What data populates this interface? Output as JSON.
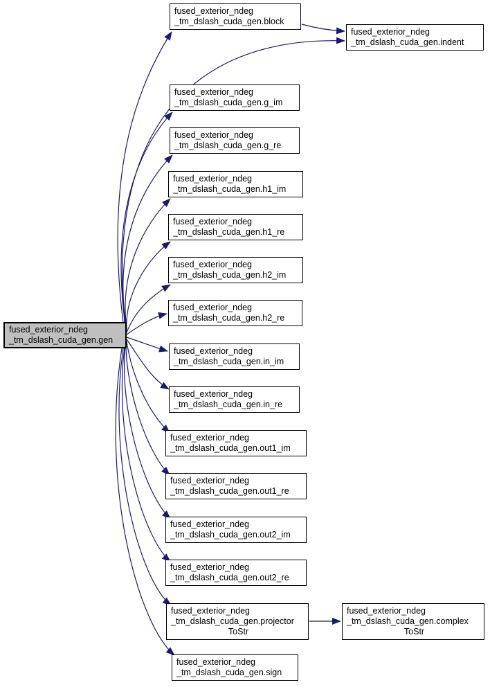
{
  "diagram": {
    "type": "call-graph",
    "colors": {
      "edge": "#191970",
      "root_fill": "#bfbfbf",
      "node_fill": "#ffffff",
      "border": "#000000",
      "background": "#ffffff"
    },
    "nodes": [
      {
        "id": "gen",
        "line1": "fused_exterior_ndeg",
        "line2": "_tm_dslash_cuda_gen.gen",
        "role": "root"
      },
      {
        "id": "block",
        "line1": "fused_exterior_ndeg",
        "line2": "_tm_dslash_cuda_gen.block"
      },
      {
        "id": "indent",
        "line1": "fused_exterior_ndeg",
        "line2": "_tm_dslash_cuda_gen.indent"
      },
      {
        "id": "g_im",
        "line1": "fused_exterior_ndeg",
        "line2": "_tm_dslash_cuda_gen.g_im"
      },
      {
        "id": "g_re",
        "line1": "fused_exterior_ndeg",
        "line2": "_tm_dslash_cuda_gen.g_re"
      },
      {
        "id": "h1_im",
        "line1": "fused_exterior_ndeg",
        "line2": "_tm_dslash_cuda_gen.h1_im"
      },
      {
        "id": "h1_re",
        "line1": "fused_exterior_ndeg",
        "line2": "_tm_dslash_cuda_gen.h1_re"
      },
      {
        "id": "h2_im",
        "line1": "fused_exterior_ndeg",
        "line2": "_tm_dslash_cuda_gen.h2_im"
      },
      {
        "id": "h2_re",
        "line1": "fused_exterior_ndeg",
        "line2": "_tm_dslash_cuda_gen.h2_re"
      },
      {
        "id": "in_im",
        "line1": "fused_exterior_ndeg",
        "line2": "_tm_dslash_cuda_gen.in_im"
      },
      {
        "id": "in_re",
        "line1": "fused_exterior_ndeg",
        "line2": "_tm_dslash_cuda_gen.in_re"
      },
      {
        "id": "out1_im",
        "line1": "fused_exterior_ndeg",
        "line2": "_tm_dslash_cuda_gen.out1_im"
      },
      {
        "id": "out1_re",
        "line1": "fused_exterior_ndeg",
        "line2": "_tm_dslash_cuda_gen.out1_re"
      },
      {
        "id": "out2_im",
        "line1": "fused_exterior_ndeg",
        "line2": "_tm_dslash_cuda_gen.out2_im"
      },
      {
        "id": "out2_re",
        "line1": "fused_exterior_ndeg",
        "line2": "_tm_dslash_cuda_gen.out2_re"
      },
      {
        "id": "projectorToStr",
        "line1": "fused_exterior_ndeg",
        "line2": "_tm_dslash_cuda_gen.projector",
        "line3": "ToStr"
      },
      {
        "id": "complexToStr",
        "line1": "fused_exterior_ndeg",
        "line2": "_tm_dslash_cuda_gen.complex",
        "line3": "ToStr"
      },
      {
        "id": "sign",
        "line1": "fused_exterior_ndeg",
        "line2": "_tm_dslash_cuda_gen.sign"
      }
    ],
    "edges": [
      {
        "from": "gen",
        "to": "block"
      },
      {
        "from": "gen",
        "to": "indent"
      },
      {
        "from": "block",
        "to": "indent"
      },
      {
        "from": "gen",
        "to": "g_im"
      },
      {
        "from": "gen",
        "to": "g_re"
      },
      {
        "from": "gen",
        "to": "h1_im"
      },
      {
        "from": "gen",
        "to": "h1_re"
      },
      {
        "from": "gen",
        "to": "h2_im"
      },
      {
        "from": "gen",
        "to": "h2_re"
      },
      {
        "from": "gen",
        "to": "in_im"
      },
      {
        "from": "gen",
        "to": "in_re"
      },
      {
        "from": "gen",
        "to": "out1_im"
      },
      {
        "from": "gen",
        "to": "out1_re"
      },
      {
        "from": "gen",
        "to": "out2_im"
      },
      {
        "from": "gen",
        "to": "out2_re"
      },
      {
        "from": "gen",
        "to": "projectorToStr"
      },
      {
        "from": "gen",
        "to": "sign"
      },
      {
        "from": "projectorToStr",
        "to": "complexToStr"
      }
    ]
  }
}
